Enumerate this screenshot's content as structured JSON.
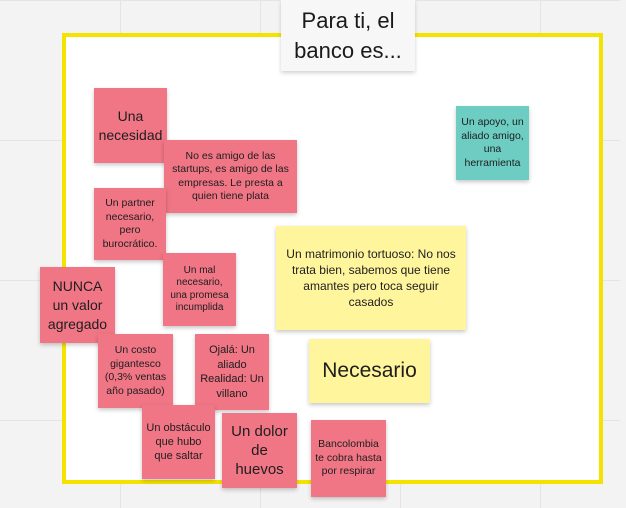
{
  "board": {
    "title": "Para ti, el banco es...",
    "frame_color": "#f4e300"
  },
  "notes": {
    "necesidad": "Una necesidad",
    "no_amigo": "No es amigo de las startups, es amigo de las empresas. Le presta a quien tiene plata",
    "partner": "Un partner necesario, pero burocrático.",
    "mal_necesario": "Un mal necesario, una promesa incumplida",
    "nunca": "NUNCA un valor agregado",
    "costo": "Un costo gigantesco (0,3% ventas año pasado)",
    "ojala": "Ojalá: Un aliado Realidad: Un villano",
    "obstaculo": "Un obstáculo que hubo que saltar",
    "dolor": "Un dolor de huevos",
    "apoyo": "Un apoyo, un aliado amigo, una herramienta",
    "matrimonio": "Un matrimonio tortuoso: No nos trata bien, sabemos que tiene amantes pero toca seguir casados",
    "necesario": "Necesario",
    "bancolombia": "Bancolombia te cobra hasta por respirar"
  },
  "colors": {
    "pink": "#f07585",
    "teal": "#6dcdc3",
    "yellow": "#fff59c"
  }
}
